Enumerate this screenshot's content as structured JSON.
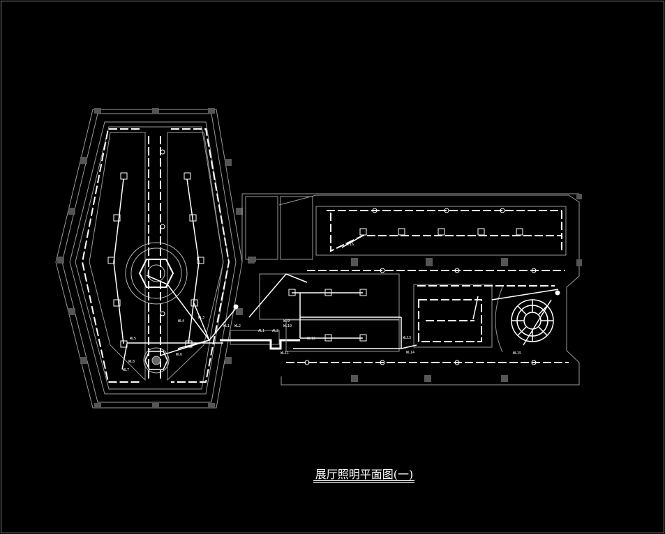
{
  "drawing": {
    "title": "展厅照明平面图(一)",
    "background_color": "#000000",
    "line_color": "#ffffff",
    "wall_color": "#9a9a9a"
  },
  "circuit_labels": [
    "WL5",
    "WL3",
    "WL4",
    "WL6",
    "WL7",
    "WL8",
    "WL1",
    "WL2",
    "AL1",
    "AL2",
    "WL9",
    "WL10",
    "WL11",
    "WL12",
    "WL13",
    "WL14",
    "WL15",
    "WL16"
  ]
}
